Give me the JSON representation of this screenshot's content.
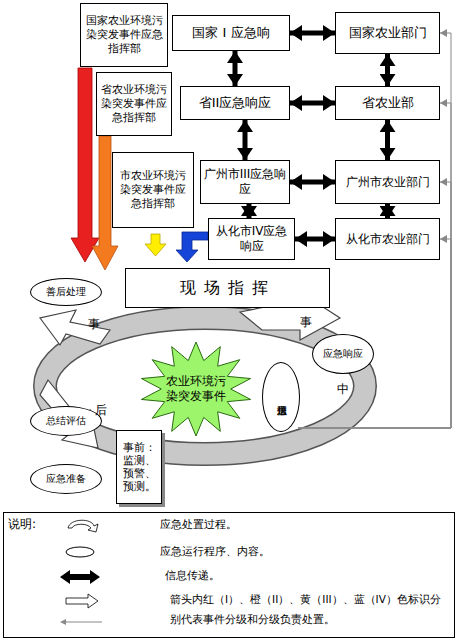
{
  "diagram": {
    "nodes": [
      {
        "text": [
          "国家农业环境污染突发事件应急指挥部"
        ]
      },
      {
        "text": [
          "国家 I 应急响"
        ]
      },
      {
        "text": [
          "国家农业部门"
        ]
      },
      {
        "text": [
          "省农业环境污染突发事件应急指挥部"
        ]
      },
      {
        "text": [
          "省II应急响应"
        ]
      },
      {
        "text": [
          "省农业部"
        ]
      },
      {
        "text": [
          "市农业环境污染突发事件应急指挥部"
        ]
      },
      {
        "text": [
          "广州市III应急响应"
        ]
      },
      {
        "text": [
          "广州市农业部门"
        ]
      },
      {
        "text": [
          "从化市IV应急响应"
        ]
      },
      {
        "text": [
          "从化市农业部门"
        ]
      },
      {
        "text": [
          "现场指挥"
        ]
      },
      {
        "text": [
          "善后处理"
        ]
      },
      {
        "text": [
          "应急响应"
        ]
      },
      {
        "text": [
          "农业环境污染突发事件"
        ]
      },
      {
        "text": [
          "信息报送"
        ]
      },
      {
        "text": [
          "总结评估"
        ]
      },
      {
        "text": [
          "事前：监测、预警、预测。"
        ]
      },
      {
        "text": [
          "应急准备"
        ]
      }
    ],
    "edges": [
      {
        "from": 1,
        "to": 2,
        "arrow": "both"
      },
      {
        "from": 4,
        "to": 5,
        "arrow": "both"
      },
      {
        "from": 7,
        "to": 8,
        "arrow": "both"
      },
      {
        "from": 9,
        "to": 10,
        "arrow": "both"
      },
      {
        "from": 1,
        "to": 4,
        "arrow": "both"
      },
      {
        "from": 4,
        "to": 7,
        "arrow": "both"
      },
      {
        "from": 7,
        "to": 9,
        "arrow": "both"
      },
      {
        "from": 2,
        "to": 5,
        "arrow": "both"
      },
      {
        "from": 5,
        "to": 8,
        "arrow": "both"
      },
      {
        "from": 8,
        "to": 10,
        "arrow": "both"
      },
      {
        "from": 15,
        "to": 2,
        "arrow": "to"
      },
      {
        "from": 15,
        "to": 5,
        "arrow": "to"
      },
      {
        "from": 15,
        "to": 8,
        "arrow": "to"
      },
      {
        "from": 15,
        "to": 10,
        "arrow": "to"
      }
    ],
    "labels": [
      "事",
      "事",
      "中",
      "后",
      "说明:"
    ],
    "legend": [
      {
        "text": "应急处置过程。"
      },
      {
        "text": "应急运行程序、内容。"
      },
      {
        "text": "信息传递。"
      },
      {
        "text": "箭头内红（I）、橙（II）、黄（III）、蓝（IV）色标识分别代表事件分级和分级负责处置。"
      }
    ]
  }
}
